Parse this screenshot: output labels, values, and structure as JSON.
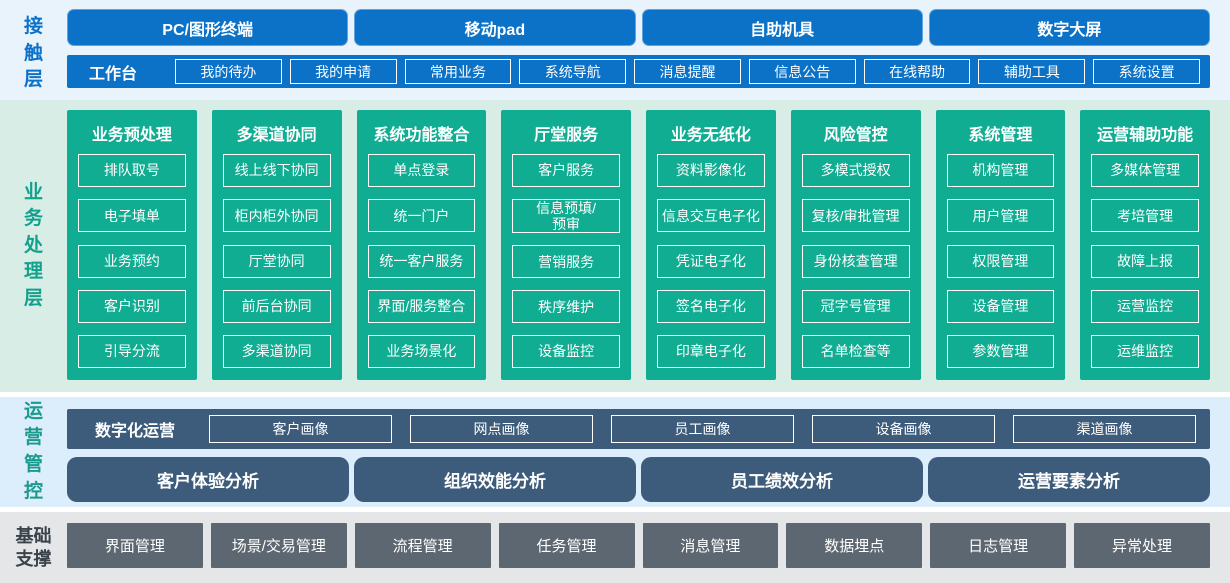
{
  "colors": {
    "blue": "#0b72c8",
    "blue_band_bg": "#e8f3fb",
    "green": "#10ad92",
    "green_band_bg": "#d9ede7",
    "teal_label": "#12a18b",
    "slate_blue": "#3d5b7a",
    "ops_band_bg": "#dceefb",
    "gray_band_bg": "#e4e6e8",
    "gray_button": "#5d6771",
    "base_label_color": "#3a434c"
  },
  "contact_layer": {
    "label": "接触层",
    "channels": [
      "PC/图形终端",
      "移动pad",
      "自助机具",
      "数字大屏"
    ],
    "workbench": {
      "label": "工作台",
      "items": [
        "我的待办",
        "我的申请",
        "常用业务",
        "系统导航",
        "消息提醒",
        "信息公告",
        "在线帮助",
        "辅助工具",
        "系统设置"
      ]
    }
  },
  "business_layer": {
    "label": "业务处理层",
    "columns": [
      {
        "title": "业务预处理",
        "items": [
          "排队取号",
          "电子填单",
          "业务预约",
          "客户识别",
          "引导分流"
        ]
      },
      {
        "title": "多渠道协同",
        "items": [
          "线上线下协同",
          "柜内柜外协同",
          "厅堂协同",
          "前后台协同",
          "多渠道协同"
        ]
      },
      {
        "title": "系统功能整合",
        "items": [
          "单点登录",
          "统一门户",
          "统一客户服务",
          "界面/服务整合",
          "业务场景化"
        ]
      },
      {
        "title": "厅堂服务",
        "items": [
          "客户服务",
          "信息预填/\n预审",
          "营销服务",
          "秩序维护",
          "设备监控"
        ]
      },
      {
        "title": "业务无纸化",
        "items": [
          "资料影像化",
          "信息交互电子化",
          "凭证电子化",
          "签名电子化",
          "印章电子化"
        ]
      },
      {
        "title": "风险管控",
        "items": [
          "多模式授权",
          "复核/审批管理",
          "身份核查管理",
          "冠字号管理",
          "名单检查等"
        ]
      },
      {
        "title": "系统管理",
        "items": [
          "机构管理",
          "用户管理",
          "权限管理",
          "设备管理",
          "参数管理"
        ]
      },
      {
        "title": "运营辅助功能",
        "items": [
          "多媒体管理",
          "考培管理",
          "故障上报",
          "运营监控",
          "运维监控"
        ]
      }
    ]
  },
  "operations_layer": {
    "label": "运营管控",
    "digital_ops": {
      "label": "数字化运营",
      "items": [
        "客户画像",
        "网点画像",
        "员工画像",
        "设备画像",
        "渠道画像"
      ]
    },
    "analysis": [
      "客户体验分析",
      "组织效能分析",
      "员工绩效分析",
      "运营要素分析"
    ]
  },
  "foundation_layer": {
    "label": "基础支撑",
    "items": [
      "界面管理",
      "场景/交易管理",
      "流程管理",
      "任务管理",
      "消息管理",
      "数据埋点",
      "日志管理",
      "异常处理"
    ]
  }
}
